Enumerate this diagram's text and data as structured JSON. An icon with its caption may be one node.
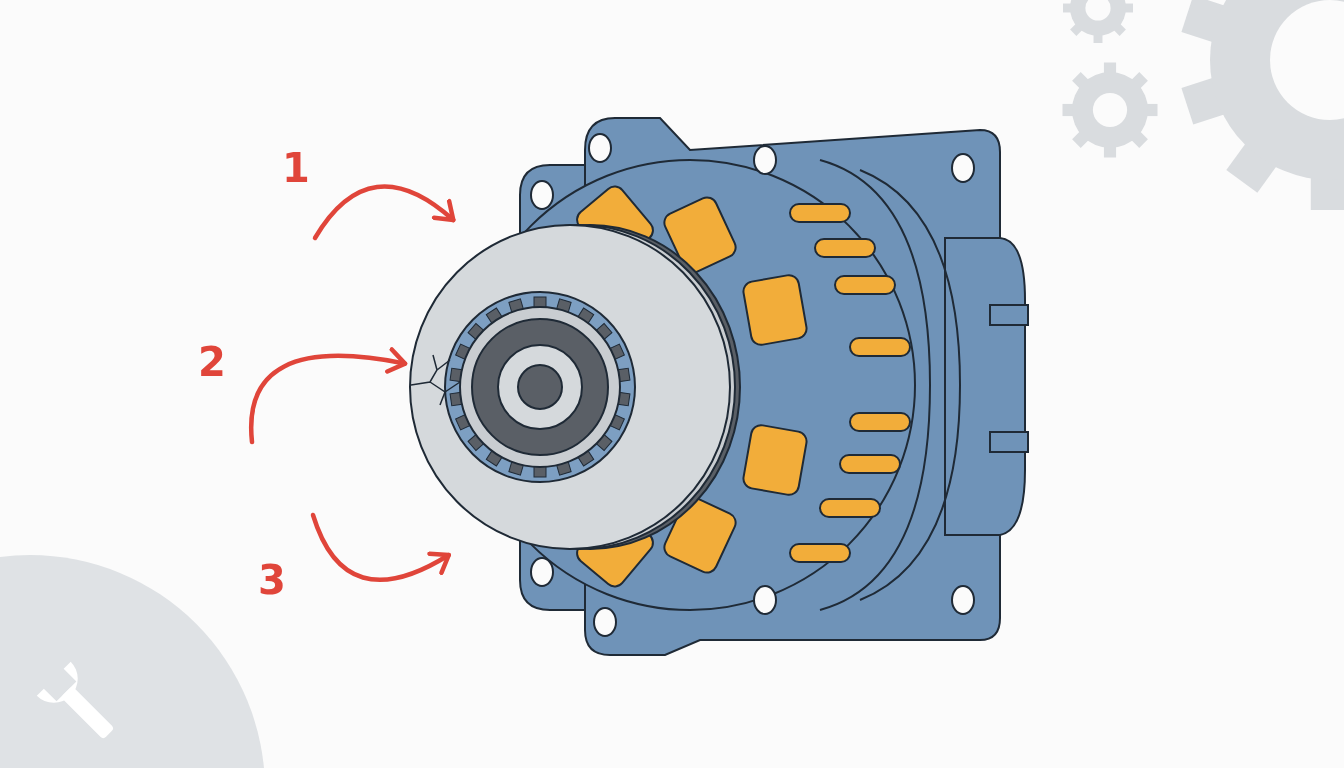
{
  "diagram": {
    "nodes": [
      {
        "text": [],
        "shape": "picture"
      },
      {
        "text": [],
        "shape": "picture"
      }
    ],
    "edges": [
      {
        "from": null,
        "to": 1,
        "arrow": "to"
      },
      {
        "from": null,
        "to": 1,
        "arrow": "to"
      },
      {
        "from": null,
        "to": 1,
        "arrow": "to"
      }
    ],
    "labels": [
      "1",
      "2",
      "3"
    ]
  }
}
